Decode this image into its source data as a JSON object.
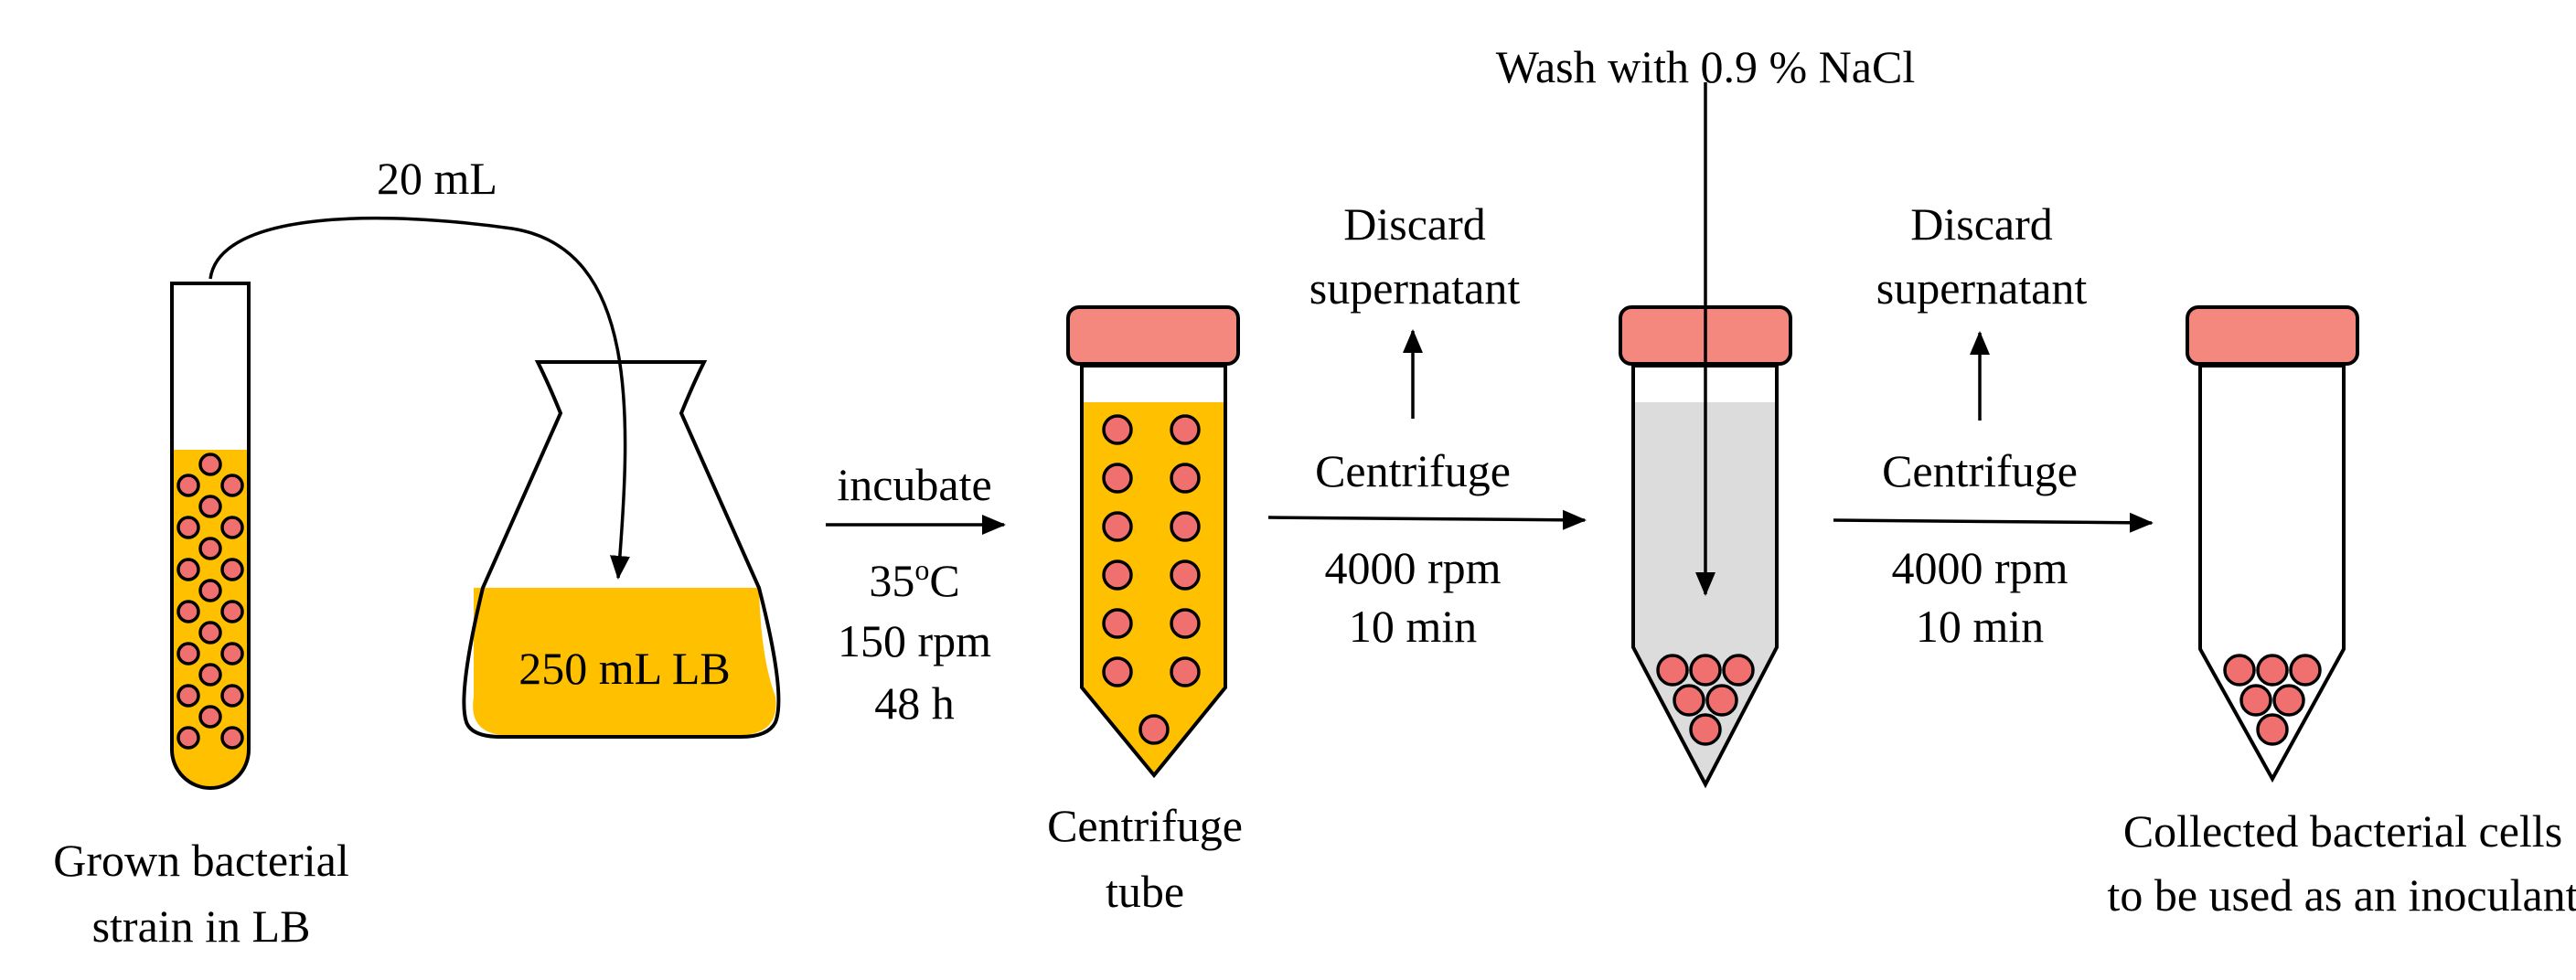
{
  "labels": {
    "volume_transfer": "20 mL",
    "flask_content": "250 mL LB",
    "incubate": "incubate",
    "temp_value": "35",
    "temp_sup": "o",
    "temp_unit": "C",
    "shake_speed": "150 rpm",
    "duration": "48 h",
    "centrifuge_1": "Centrifuge",
    "speed_1": "4000 rpm",
    "time_1": "10 min",
    "discard_1_line1": "Discard",
    "discard_1_line2": "supernatant",
    "wash": "Wash with 0.9 % NaCl",
    "centrifuge_2": "Centrifuge",
    "speed_2": "4000 rpm",
    "time_2": "10 min",
    "discard_2_line1": "Discard",
    "discard_2_line2": "supernatant",
    "caption_tube_line1": "Grown bacterial",
    "caption_tube_line2": "strain in LB",
    "caption_centrifuge_line1": "Centrifuge",
    "caption_centrifuge_line2": "tube",
    "caption_final_line1": "Collected bacterial cells",
    "caption_final_line2": "to be used as an inoculant"
  },
  "colors": {
    "broth": "#FFC000",
    "cells": "#F07070",
    "cap": "#F4877E",
    "wash_fluid": "#DCDCDC",
    "outline": "#000000"
  }
}
